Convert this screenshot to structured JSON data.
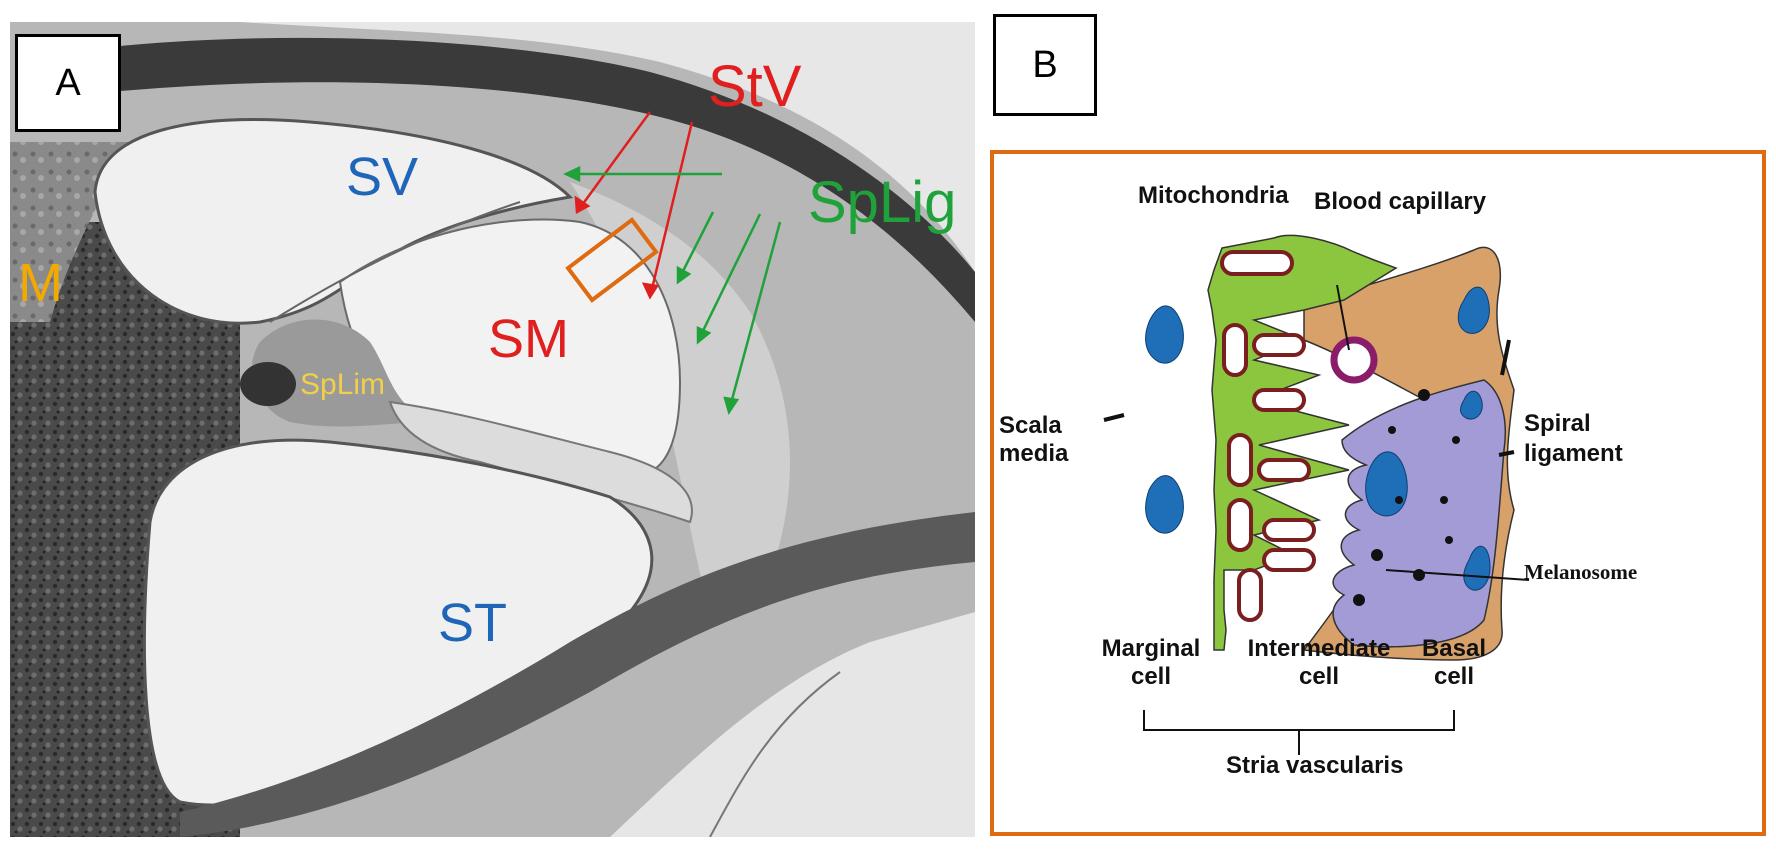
{
  "panel_a": {
    "letter": "A",
    "labels": {
      "sv": "SV",
      "sm": "SM",
      "st": "ST",
      "m": "M",
      "stv": "StV",
      "splig": "SpLig",
      "splim": "SpLim"
    },
    "colors": {
      "stv_arrows": "#e01f1f",
      "splig_arrows": "#1fa23a",
      "highlight_box": "#e06a10"
    }
  },
  "panel_b": {
    "letter": "B",
    "labels": {
      "mitochondria": "Mitochondria",
      "blood_capillary": "Blood capillary",
      "scala_media_1": "Scala",
      "scala_media_2": "media",
      "spiral_ligament_1": "Spiral",
      "spiral_ligament_2": "ligament",
      "melanosome": "Melanosome",
      "marginal_1": "Marginal",
      "marginal_2": "cell",
      "intermediate_1": "Intermediate",
      "intermediate_2": "cell",
      "basal_1": "Basal",
      "basal_2": "cell",
      "stria_vascularis": "Stria vascularis"
    },
    "colors": {
      "marginal_cell": "#8cc63f",
      "intermediate_cell": "#a39bd6",
      "basal_cell": "#d9a16a",
      "nucleus": "#1f6fb8",
      "mitochondria": "#7a1f1f",
      "capillary": "#8a1c6a",
      "frame": "#e06a10"
    }
  }
}
